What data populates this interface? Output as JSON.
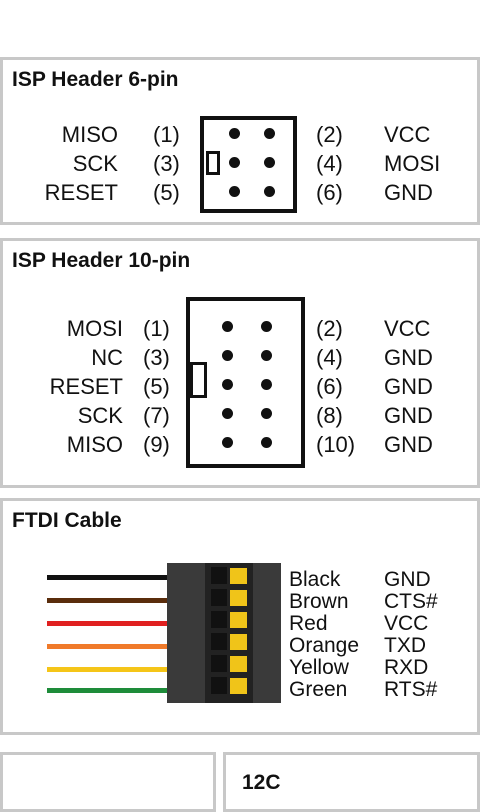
{
  "isp6": {
    "title": "ISP Header 6-pin",
    "left": [
      {
        "name": "MISO",
        "num": "(1)"
      },
      {
        "name": "SCK",
        "num": "(3)"
      },
      {
        "name": "RESET",
        "num": "(5)"
      }
    ],
    "right": [
      {
        "num": "(2)",
        "name": "VCC"
      },
      {
        "num": "(4)",
        "name": "MOSI"
      },
      {
        "num": "(6)",
        "name": "GND"
      }
    ]
  },
  "isp10": {
    "title": "ISP Header 10-pin",
    "left": [
      {
        "name": "MOSI",
        "num": "(1)"
      },
      {
        "name": "NC",
        "num": "(3)"
      },
      {
        "name": "RESET",
        "num": "(5)"
      },
      {
        "name": "SCK",
        "num": "(7)"
      },
      {
        "name": "MISO",
        "num": "(9)"
      }
    ],
    "right": [
      {
        "num": "(2)",
        "name": "VCC"
      },
      {
        "num": "(4)",
        "name": "GND"
      },
      {
        "num": "(6)",
        "name": "GND"
      },
      {
        "num": "(8)",
        "name": "GND"
      },
      {
        "num": "(10)",
        "name": "GND"
      }
    ]
  },
  "ftdi": {
    "title": "FTDI Cable",
    "wires": [
      {
        "color": "Black",
        "signal": "GND",
        "hex": "#111111"
      },
      {
        "color": "Brown",
        "signal": "CTS#",
        "hex": "#5a2d0c"
      },
      {
        "color": "Red",
        "signal": "VCC",
        "hex": "#e02020"
      },
      {
        "color": "Orange",
        "signal": "TXD",
        "hex": "#f07a2a"
      },
      {
        "color": "Yellow",
        "signal": "RXD",
        "hex": "#f5c518"
      },
      {
        "color": "Green",
        "signal": "RTS#",
        "hex": "#1e8c3a"
      }
    ]
  },
  "i2c": {
    "title": "12C"
  }
}
